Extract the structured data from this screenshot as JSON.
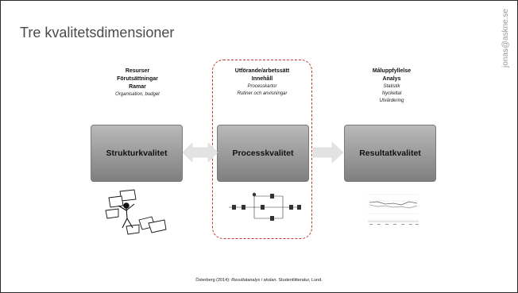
{
  "slide": {
    "title": "Tre kvalitetsdimensioner",
    "watermark": "jonas@askne.se"
  },
  "columns": [
    {
      "bold_lines": [
        "Resurser",
        "Förutsättningar",
        "Ramar"
      ],
      "italic_lines": [
        "Organisation, budget"
      ],
      "box_label": "Strukturkvalitet",
      "illustration": "stick-figure-with-papers"
    },
    {
      "bold_lines": [
        "Utförande/arbetssätt",
        "Innehåll"
      ],
      "italic_lines": [
        "Processkartor",
        "Rutiner och anvisningar"
      ],
      "box_label": "Processkvalitet",
      "illustration": "process-map-thumbnail"
    },
    {
      "bold_lines": [
        "Måluppfyllelse",
        "Analys"
      ],
      "italic_lines": [
        "Statistik",
        "Nyckeltal",
        "Utvärdering"
      ],
      "box_label": "Resultatkvalitet",
      "illustration": "line-chart-thumbnail"
    }
  ],
  "arrows": [
    "double-arrow-icon",
    "right-arrow-icon"
  ],
  "footnote": {
    "author": "Österberg (2014):",
    "title": "Resultatanalys i skolan.",
    "publisher": "Studentlitteratur,  Lund."
  },
  "colors": {
    "box_top": "#b9b9b9",
    "box_bottom": "#7f7f7f",
    "dashed_frame": "#c0392b",
    "arrow": "#e3e3e3"
  }
}
